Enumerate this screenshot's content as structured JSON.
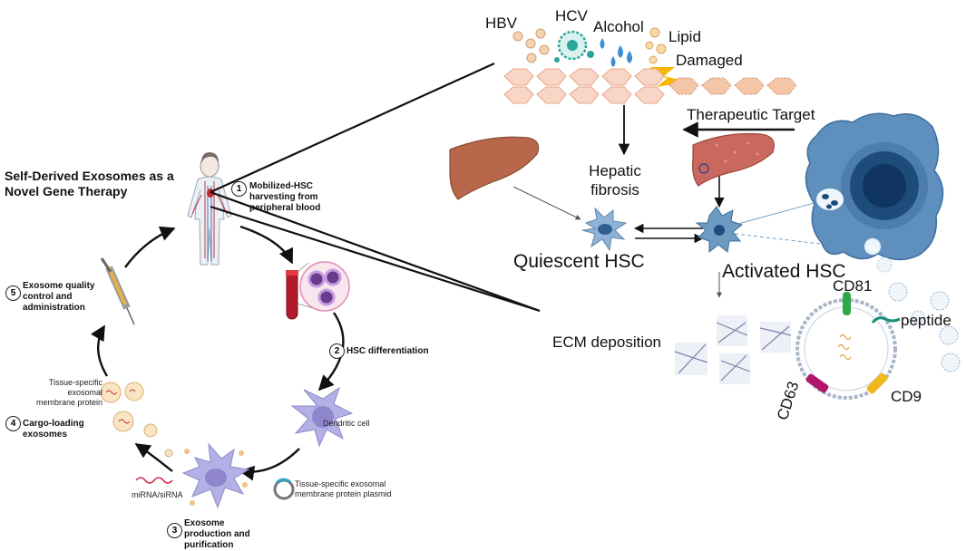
{
  "left_panel": {
    "title": "Self-Derived Exosomes as a Novel Gene Therapy",
    "steps": [
      {
        "num": "1",
        "label": "Mobilized-HSC harvesting from peripheral blood"
      },
      {
        "num": "2",
        "label": "HSC differentiation"
      },
      {
        "num": "3",
        "label": "Exosome production and purification"
      },
      {
        "num": "4",
        "label": "Cargo-loading exosomes"
      },
      {
        "num": "5",
        "label": "Exosome quality control and administration"
      }
    ],
    "annotations": {
      "dendritic_cell": "Dendritic cell",
      "plasmid": "Tissue-specific exosomal membrane protein plasmid",
      "mirna": "miRNA/siRNA",
      "membrane_protein": "Tissue-specific exosomal membrane protein"
    }
  },
  "right_panel": {
    "injury_agents": [
      "HBV",
      "HCV",
      "Alcohol",
      "Lipid"
    ],
    "damaged": "Damaged",
    "therapeutic_target": "Therapeutic Target",
    "hepatic_fibrosis": "Hepatic fibrosis",
    "quiescent_hsc": "Quiescent HSC",
    "activated_hsc": "Activated HSC",
    "ecm_deposition": "ECM deposition",
    "exosome_markers": [
      "CD81",
      "CD63",
      "CD9"
    ],
    "peptide": "peptide"
  },
  "colors": {
    "liver_healthy": "#b8674a",
    "liver_damaged": "#c9685e",
    "hsc_blue": "#6d9ac0",
    "macrophage": "#5e8fbd",
    "dendritic": "#b3b0e6",
    "cd81": "#2ea84a",
    "cd63": "#b0176c",
    "cd9": "#f0b81c",
    "lightning": "#f5b800",
    "hcv": "#2aa59a",
    "alcohol": "#3c8fd6"
  }
}
